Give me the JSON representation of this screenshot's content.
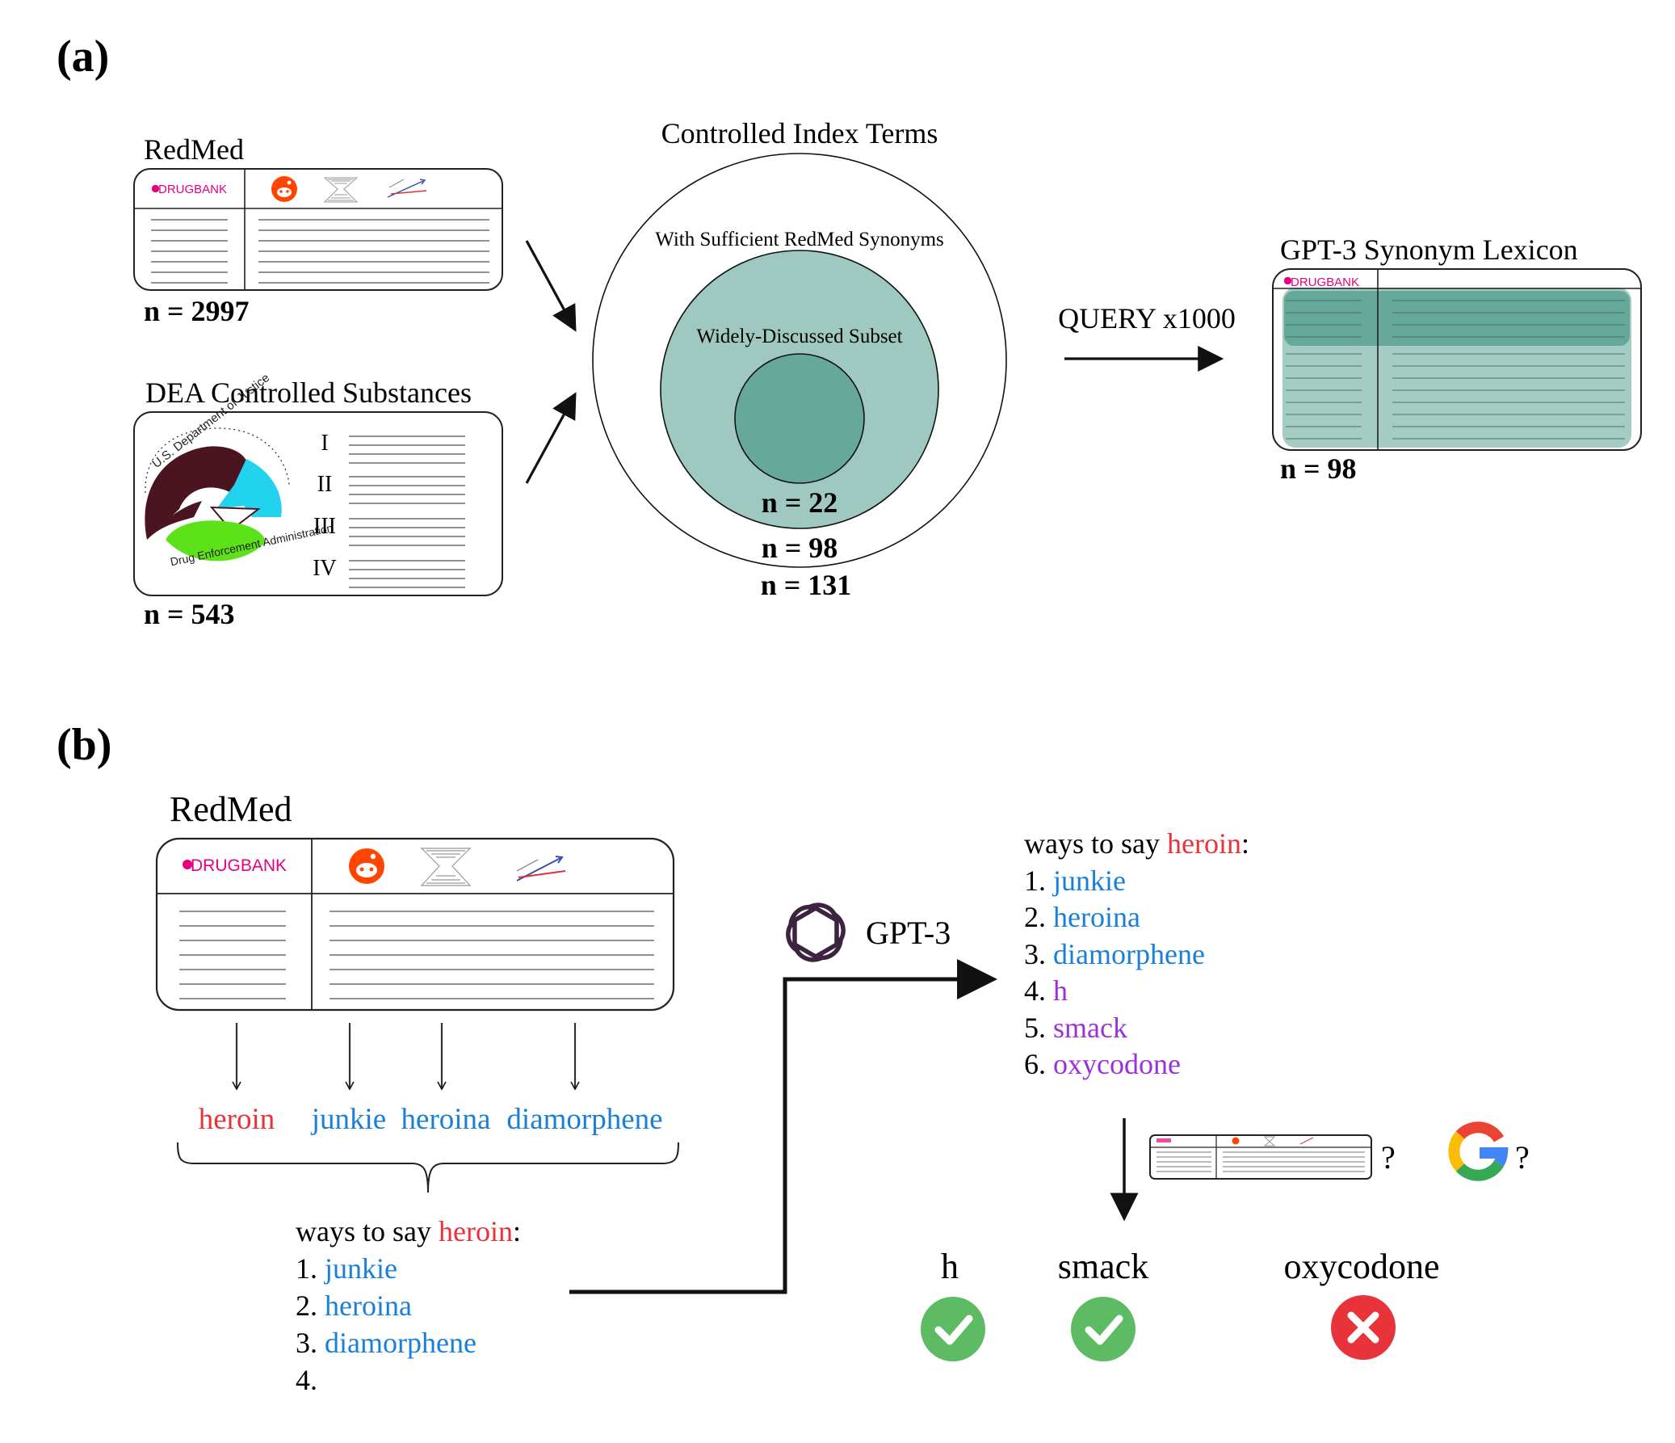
{
  "panels": {
    "a": "(a)",
    "b": "(b)"
  },
  "panel_a": {
    "redmed": {
      "title": "RedMed",
      "count": "n = 2997",
      "logo": "DRUGBANK"
    },
    "dea": {
      "title": "DEA Controlled Substances",
      "count": "n = 543",
      "seal_top": "U.S. Department of Justice",
      "seal_bottom": "Drug Enforcement Administration",
      "schedules": [
        "I",
        "II",
        "III",
        "IV"
      ]
    },
    "venn": {
      "title": "Controlled Index Terms",
      "outer_label": "With Sufficient RedMed Synonyms",
      "middle_label": "Widely-Discussed Subset",
      "inner_count": "n = 22",
      "middle_count": "n = 98",
      "outer_count": "n = 131"
    },
    "query_label": "QUERY x1000",
    "lexicon": {
      "title": "GPT-3 Synonym Lexicon",
      "count": "n = 98",
      "logo": "DRUGBANK"
    }
  },
  "panel_b": {
    "redmed": {
      "title": "RedMed",
      "logo": "DRUGBANK"
    },
    "terms": [
      "heroin",
      "junkie",
      "heroina",
      "diamorphene"
    ],
    "prompt": {
      "prefix": "ways to say ",
      "drug": "heroin",
      "suffix": ":",
      "items": [
        "1.",
        "2.",
        "3.",
        "4."
      ],
      "words": [
        "junkie",
        "heroina",
        "diamorphene"
      ]
    },
    "gpt3_label": "GPT-3",
    "output": {
      "prefix": "ways to say ",
      "drug": "heroin",
      "suffix": ":",
      "items": [
        "1.",
        "2.",
        "3.",
        "4.",
        "5.",
        "6."
      ],
      "words": [
        "junkie",
        "heroina",
        "diamorphene",
        "h",
        "smack",
        "oxycodone"
      ]
    },
    "check_marks": {
      "q1": "?",
      "q2": "?"
    },
    "results": [
      {
        "word": "h",
        "status": "valid"
      },
      {
        "word": "smack",
        "status": "valid"
      },
      {
        "word": "oxycodone",
        "status": "invalid"
      }
    ]
  },
  "colors": {
    "red": "#e8333a",
    "blue": "#1a7fd9",
    "purple": "#9a32d9",
    "teal_light": "#9fc9c0",
    "teal_dark": "#66a99a",
    "check_green": "#5dbb63",
    "cross_red": "#e8333a",
    "drugbank_pink": "#e4007e",
    "reddit_orange": "#ff4500",
    "dea_maroon": "#4a1520",
    "dea_cyan": "#22d3f0",
    "dea_green": "#5de21a"
  },
  "icons": [
    "drugbank-logo",
    "reddit-icon",
    "hourglass-icon",
    "arrows-doodle-icon",
    "dea-seal-icon",
    "openai-icon",
    "google-icon",
    "check-icon",
    "cross-icon"
  ]
}
